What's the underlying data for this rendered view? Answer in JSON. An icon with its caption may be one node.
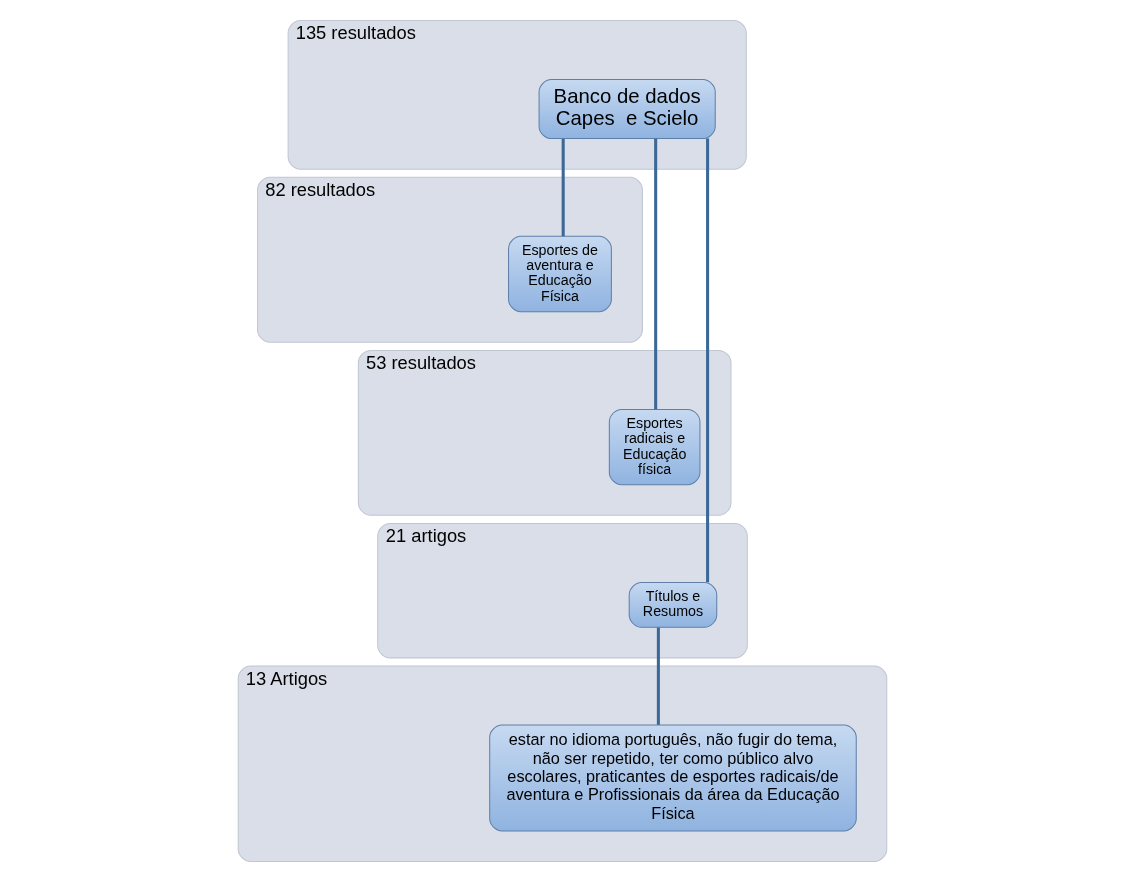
{
  "diagram": {
    "nodes": [
      {
        "text": [
          "135 resultados"
        ]
      },
      {
        "text": [
          "Banco de dados Capes  e Scielo"
        ],
        "in": 0
      },
      {
        "text": [
          "82 resultados"
        ]
      },
      {
        "text": [
          "Esportes de aventura e Educação Física"
        ],
        "in": 2
      },
      {
        "text": [
          "53 resultados"
        ]
      },
      {
        "text": [
          "Esportes radicais e Educação física"
        ],
        "in": 4
      },
      {
        "text": [
          "21 artigos"
        ]
      },
      {
        "text": [
          "Títulos e Resumos"
        ],
        "in": 6
      },
      {
        "text": [
          "13 Artigos"
        ]
      },
      {
        "text": [
          "estar no idioma português, não fugir do tema, não ser repetido, ter como público alvo escolares, praticantes de esportes radicais/de aventura e Profissionais da área da Educação Física"
        ],
        "in": 8
      }
    ],
    "edges": [
      {
        "from": 1,
        "to": 3,
        "arrow": "none"
      },
      {
        "from": 1,
        "to": 5,
        "arrow": "none"
      },
      {
        "from": 1,
        "to": 7,
        "arrow": "none"
      },
      {
        "from": 7,
        "to": 9,
        "arrow": "none"
      }
    ]
  }
}
